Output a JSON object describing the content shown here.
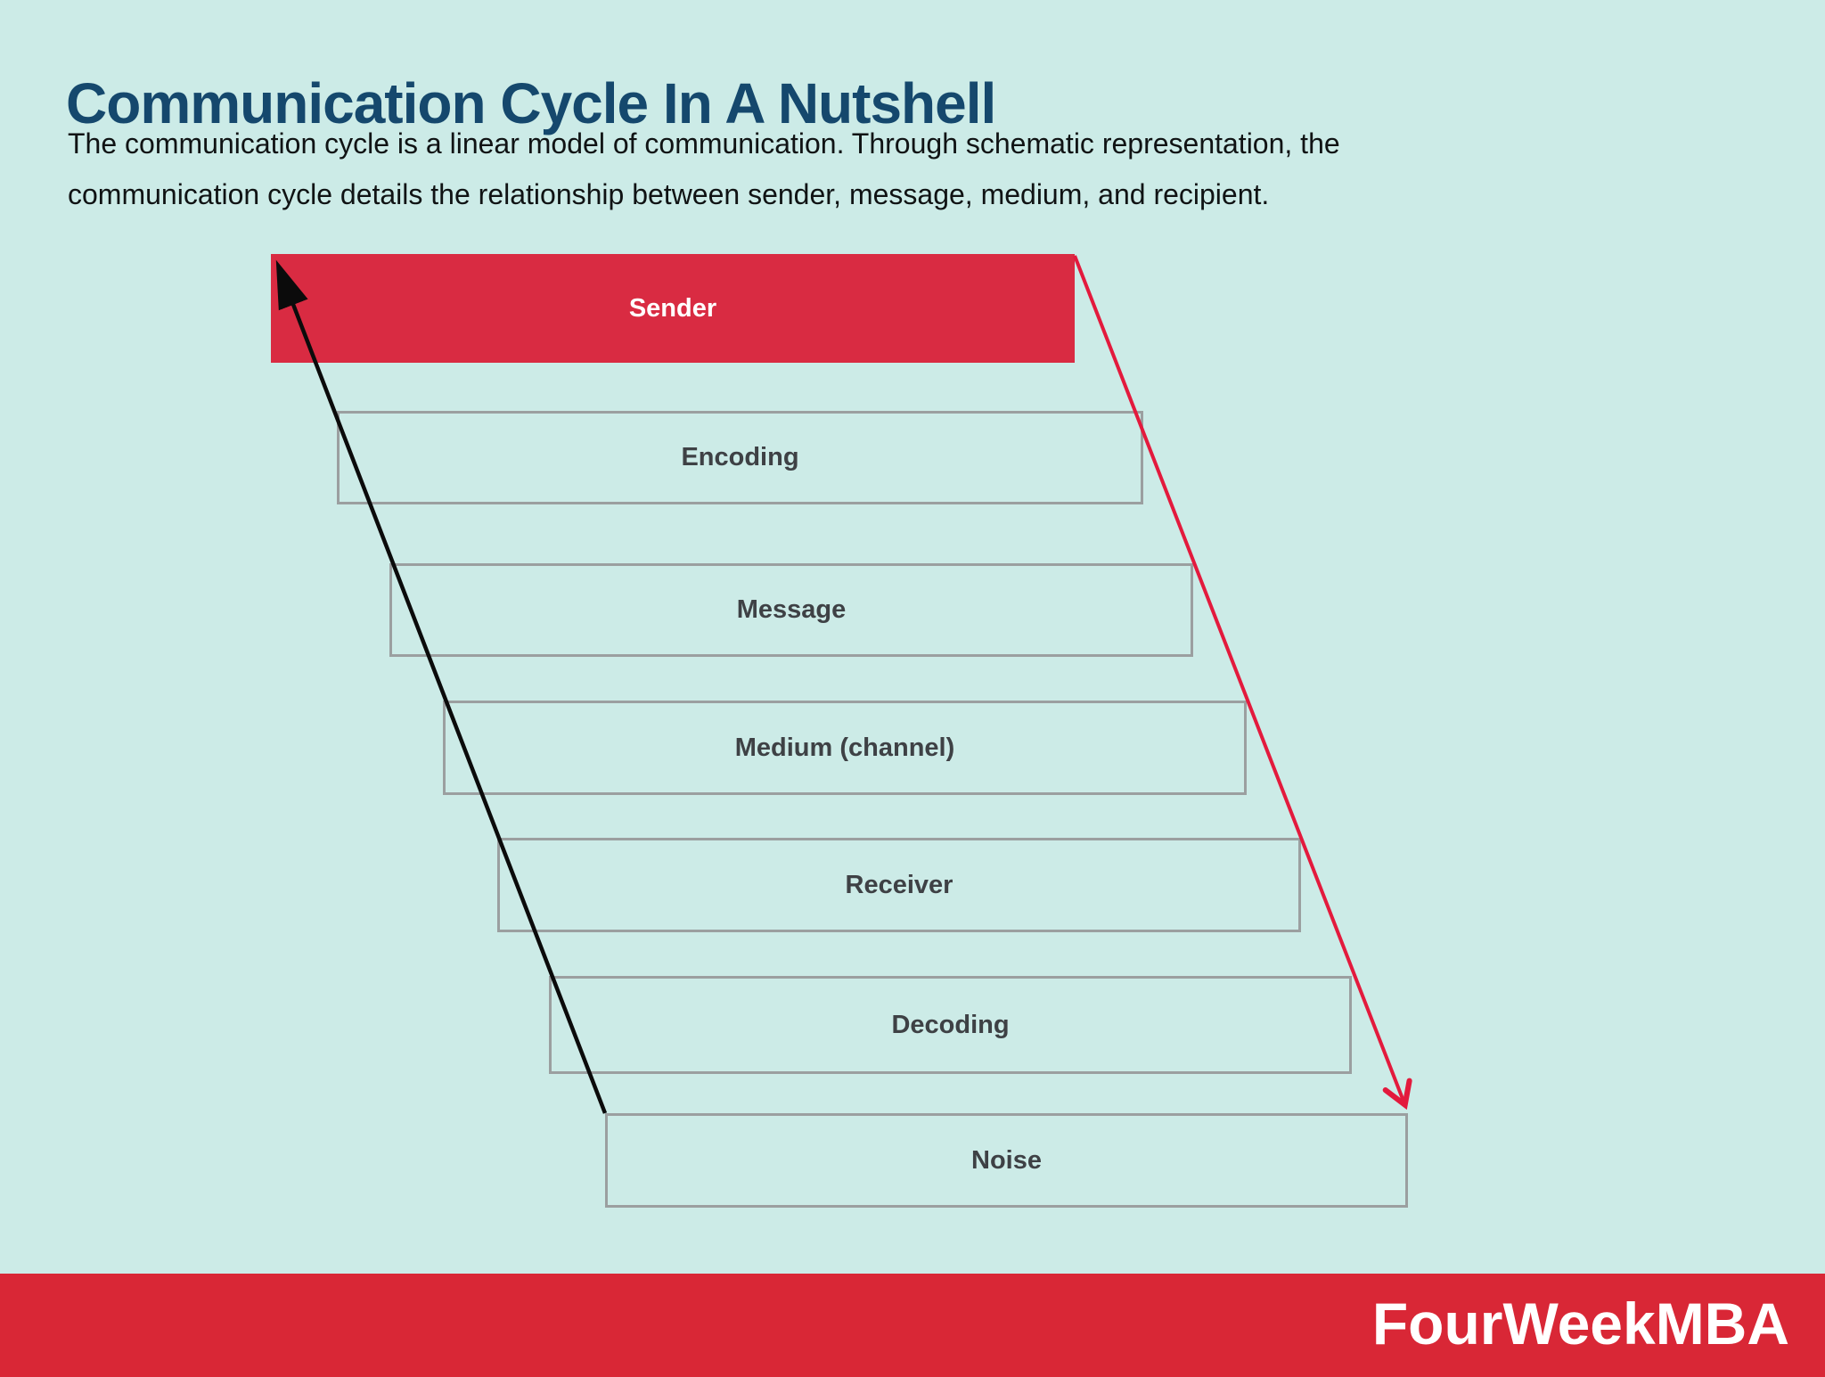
{
  "page": {
    "title": "Communication Cycle In A Nutshell",
    "subtitle_line1": "The communication cycle is a linear model of communication. Through schematic representation, the",
    "subtitle_line2": "communication cycle details the relationship between sender, message, medium, and recipient."
  },
  "diagram": {
    "steps": [
      {
        "label": "Sender",
        "highlighted": true
      },
      {
        "label": "Encoding",
        "highlighted": false
      },
      {
        "label": "Message",
        "highlighted": false
      },
      {
        "label": "Medium (channel)",
        "highlighted": false
      },
      {
        "label": "Receiver",
        "highlighted": false
      },
      {
        "label": "Decoding",
        "highlighted": false
      },
      {
        "label": "Noise",
        "highlighted": false
      }
    ],
    "arrows": [
      {
        "name": "forward-flow-arrow",
        "from": "Sender",
        "to": "Noise"
      },
      {
        "name": "feedback-flow-arrow",
        "from": "Noise",
        "to": "Sender"
      }
    ]
  },
  "colors": {
    "background": "#ccebe7",
    "highlight_red": "#d92b42",
    "footer_red": "#d92736",
    "arrow_red": "#e31a3d",
    "arrow_black": "#0b0b0b",
    "box_border_gray": "#9b9fa0",
    "title_navy": "#15486d",
    "label_gray": "#3e4145"
  },
  "footer": {
    "brand": "FourWeekMBA"
  }
}
